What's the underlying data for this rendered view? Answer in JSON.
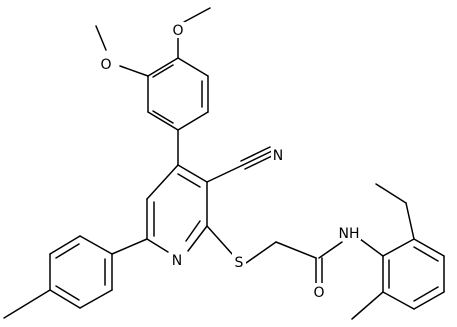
{
  "diagram": {
    "type": "chemical-structure",
    "atom_labels": {
      "methoxy_oxygen_top": "O",
      "methoxy_oxygen_left": "O",
      "nitrile_nitrogen": "N",
      "pyridine_nitrogen": "N",
      "thioether_sulfur": "S",
      "amide_nitrogen": "NH",
      "carbonyl_oxygen": "O"
    }
  }
}
